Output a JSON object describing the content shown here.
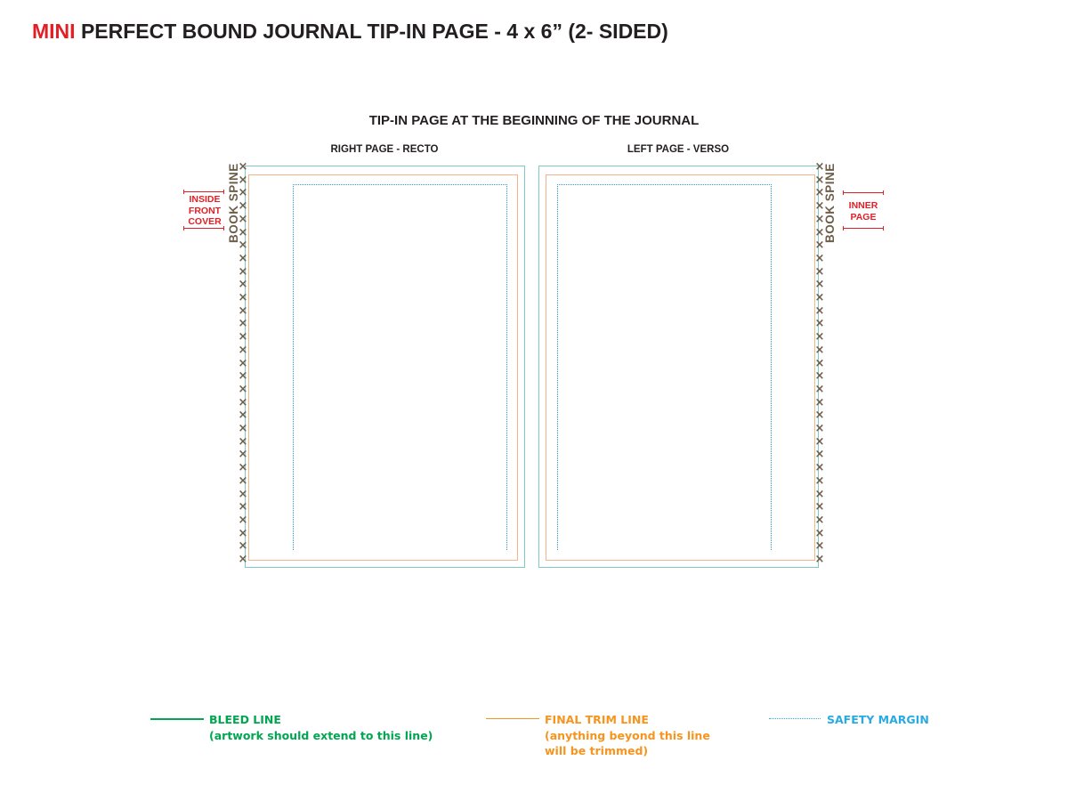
{
  "header": {
    "title_accent": "MINI",
    "title_rest": "PERFECT BOUND JOURNAL TIP-IN  PAGE - 4 x 6” (2- SIDED)",
    "subtitle": "TIP-IN PAGE AT THE BEGINNING OF THE JOURNAL"
  },
  "pages": {
    "right_label": "RIGHT PAGE - RECTO",
    "left_label": "LEFT PAGE - VERSO"
  },
  "spine": {
    "label": "BOOK SPINE",
    "marker": "×\n×\n×\n×\n×\n×\n×\n×\n×\n×\n×\n×\n×\n×\n×\n×\n×\n×\n×\n×\n×\n×\n×\n×\n×\n×\n×\n×\n×\n×\n×"
  },
  "annotations": {
    "inside_front_cover": [
      "INSIDE",
      "FRONT",
      "COVER"
    ],
    "inner_page": [
      "INNER",
      "PAGE"
    ]
  },
  "legend": {
    "bleed": {
      "title": "BLEED LINE",
      "desc": "(artwork should extend to this line)",
      "color": "#00a651"
    },
    "trim": {
      "title": "FINAL TRIM LINE",
      "desc1": "(anything beyond this line",
      "desc2": "will be trimmed)",
      "color": "#f7941d"
    },
    "safety": {
      "title": "SAFETY MARGIN",
      "color": "#29abe2"
    }
  },
  "colors": {
    "accent_red": "#e31e25",
    "bleed_line": "#7ec9c2",
    "trim_line": "#f6b48a",
    "safety_line": "#2b9bd6",
    "spine": "#6d5e4a"
  }
}
